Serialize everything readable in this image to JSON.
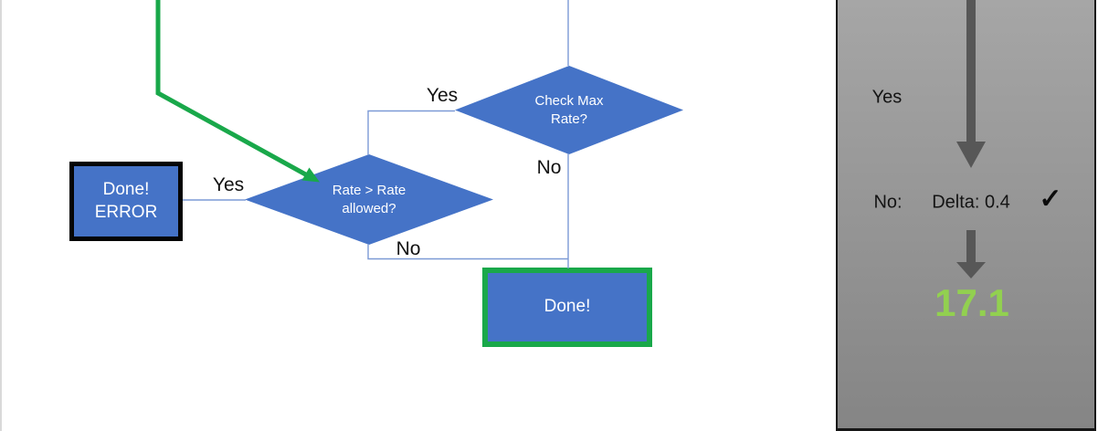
{
  "colors": {
    "shape_blue": "#4573C7",
    "green": "#19A84A",
    "light_green": "#92D050",
    "arrow_gray": "#575757",
    "connector_blue": "#7C9AD6"
  },
  "flowchart": {
    "check_max_decision": "Check Max\nRate?",
    "check_max_yes_label": "Yes",
    "check_max_no_label": "No",
    "rate_allowed_decision": "Rate > Rate\nallowed?",
    "rate_allowed_yes_label": "Yes",
    "rate_allowed_no_label": "No",
    "done_error_box": "Done!\nERROR",
    "done_box": "Done!"
  },
  "side_panel": {
    "yes_label": "Yes",
    "no_label": "No:",
    "delta_value": "Delta: 0.4",
    "checkmark": "✓",
    "result_value": "17.1"
  }
}
